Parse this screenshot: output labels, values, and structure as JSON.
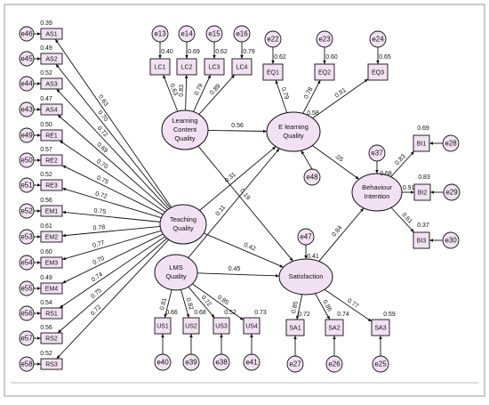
{
  "diagram": {
    "latents": [
      {
        "id": "LCQ",
        "label": "Learning Content Quality"
      },
      {
        "id": "ELQ",
        "label": "E learning Quality"
      },
      {
        "id": "TQ",
        "label": "Teaching Quality"
      },
      {
        "id": "LMS",
        "label": "LMS Quality"
      },
      {
        "id": "SAT",
        "label": "Satisfaction"
      },
      {
        "id": "BI",
        "label": "Behaviour Intention"
      }
    ],
    "indicators": [
      {
        "id": "AS1",
        "err": "e46",
        "r2": "0.39",
        "loading": "0.63"
      },
      {
        "id": "AS2",
        "err": "e45",
        "r2": "0.49",
        "loading": "0.70"
      },
      {
        "id": "AS3",
        "err": "e44",
        "r2": "0.52",
        "loading": "0.72"
      },
      {
        "id": "AS4",
        "err": "e43",
        "r2": "0.47",
        "loading": "0.69"
      },
      {
        "id": "RE1",
        "err": "e49",
        "r2": "0.50",
        "loading": "0.70"
      },
      {
        "id": "RE2",
        "err": "e50",
        "r2": "0.57",
        "loading": "0.75"
      },
      {
        "id": "RE3",
        "err": "e51",
        "r2": "0.52",
        "loading": "0.72"
      },
      {
        "id": "EM1",
        "err": "e52",
        "r2": "0.56",
        "loading": "0.75"
      },
      {
        "id": "EM2",
        "err": "e53",
        "r2": "0.61",
        "loading": "0.78"
      },
      {
        "id": "EM3",
        "err": "e54",
        "r2": "0.60",
        "loading": "0.77"
      },
      {
        "id": "EM4",
        "err": "e55",
        "r2": "0.49",
        "loading": "0.70"
      },
      {
        "id": "RS1",
        "err": "e56",
        "r2": "0.54",
        "loading": "0.74"
      },
      {
        "id": "RS2",
        "err": "e57",
        "r2": "0.56",
        "loading": "0.75"
      },
      {
        "id": "RS3",
        "err": "e58",
        "r2": "0.52",
        "loading": "0.72"
      },
      {
        "id": "LC1",
        "err": "e13",
        "r2": "0.40",
        "loading": "0.63"
      },
      {
        "id": "LC2",
        "err": "e14",
        "r2": "0.69",
        "loading": "0.83"
      },
      {
        "id": "LC3",
        "err": "e15",
        "r2": "0.62",
        "loading": "0.79"
      },
      {
        "id": "LC4",
        "err": "e16",
        "r2": "0.79",
        "loading": "0.89"
      },
      {
        "id": "EQ1",
        "err": "e22",
        "r2": "0.62",
        "loading": "0.79"
      },
      {
        "id": "EQ2",
        "err": "e23",
        "r2": "0.60",
        "loading": "0.78"
      },
      {
        "id": "EQ3",
        "err": "e24",
        "r2": "0.65",
        "loading": "0.81"
      },
      {
        "id": "US1",
        "err": "e40",
        "r2": "0.66",
        "loading": "0.81"
      },
      {
        "id": "US2",
        "err": "e39",
        "r2": "0.68",
        "loading": "0.82"
      },
      {
        "id": "US3",
        "err": "e38",
        "r2": "0.52",
        "loading": "0.72"
      },
      {
        "id": "US4",
        "err": "e41",
        "r2": "0.73",
        "loading": "0.85"
      },
      {
        "id": "SA1",
        "err": "e27",
        "r2": "0.72",
        "loading": "0.85"
      },
      {
        "id": "SA2",
        "err": "e26",
        "r2": "0.74",
        "loading": "0.86"
      },
      {
        "id": "SA3",
        "err": "e25",
        "r2": "0.59",
        "loading": "0.77"
      },
      {
        "id": "BI1",
        "err": "e28",
        "r2": "0.69",
        "loading": "0.83"
      },
      {
        "id": "BI2",
        "err": "e29",
        "r2": "0.83",
        "loading": "0.91"
      },
      {
        "id": "BI3",
        "err": "e30",
        "r2": "0.37",
        "loading": "0.61"
      }
    ],
    "structural_paths": [
      {
        "from": "LCQ",
        "to": "ELQ",
        "coef": "0.56"
      },
      {
        "from": "LCQ",
        "to": "SAT",
        "coef": "0.19"
      },
      {
        "from": "TQ",
        "to": "ELQ",
        "coef": "0.31"
      },
      {
        "from": "TQ",
        "to": "SAT",
        "coef": "0.42"
      },
      {
        "from": "LMS",
        "to": "ELQ",
        "coef": "0.11"
      },
      {
        "from": "LMS",
        "to": "SAT",
        "coef": "0.45"
      },
      {
        "from": "ELQ",
        "to": "BI",
        "coef": ".05"
      },
      {
        "from": "SAT",
        "to": "BI",
        "coef": "0.84"
      }
    ],
    "latent_errors": [
      {
        "latent": "ELQ",
        "err": "e48",
        "r2": "0.58"
      },
      {
        "latent": "SAT",
        "err": "e47",
        "r2": "0.41"
      },
      {
        "latent": "BI",
        "err": "e37",
        "r2": "0.68"
      }
    ]
  }
}
